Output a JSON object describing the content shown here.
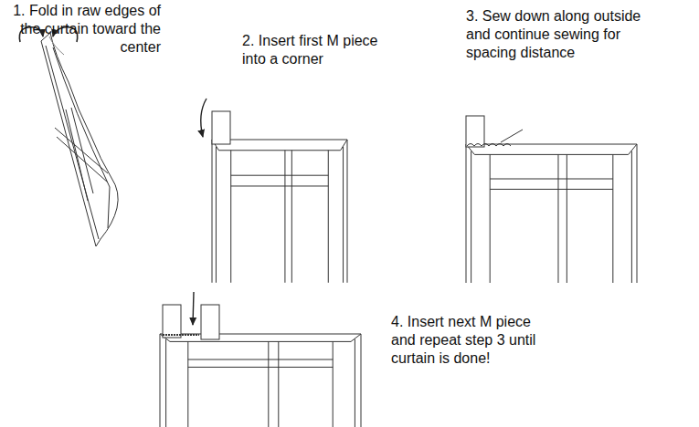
{
  "diagram": {
    "labels": [
      "1. Fold in raw edges of the curtain toward the center",
      "2. Insert first M piece into a corner",
      "3. Sew down along outside and continue sewing for spacing distance",
      "4. Insert next M piece and repeat step 3 until curtain is done!"
    ]
  }
}
